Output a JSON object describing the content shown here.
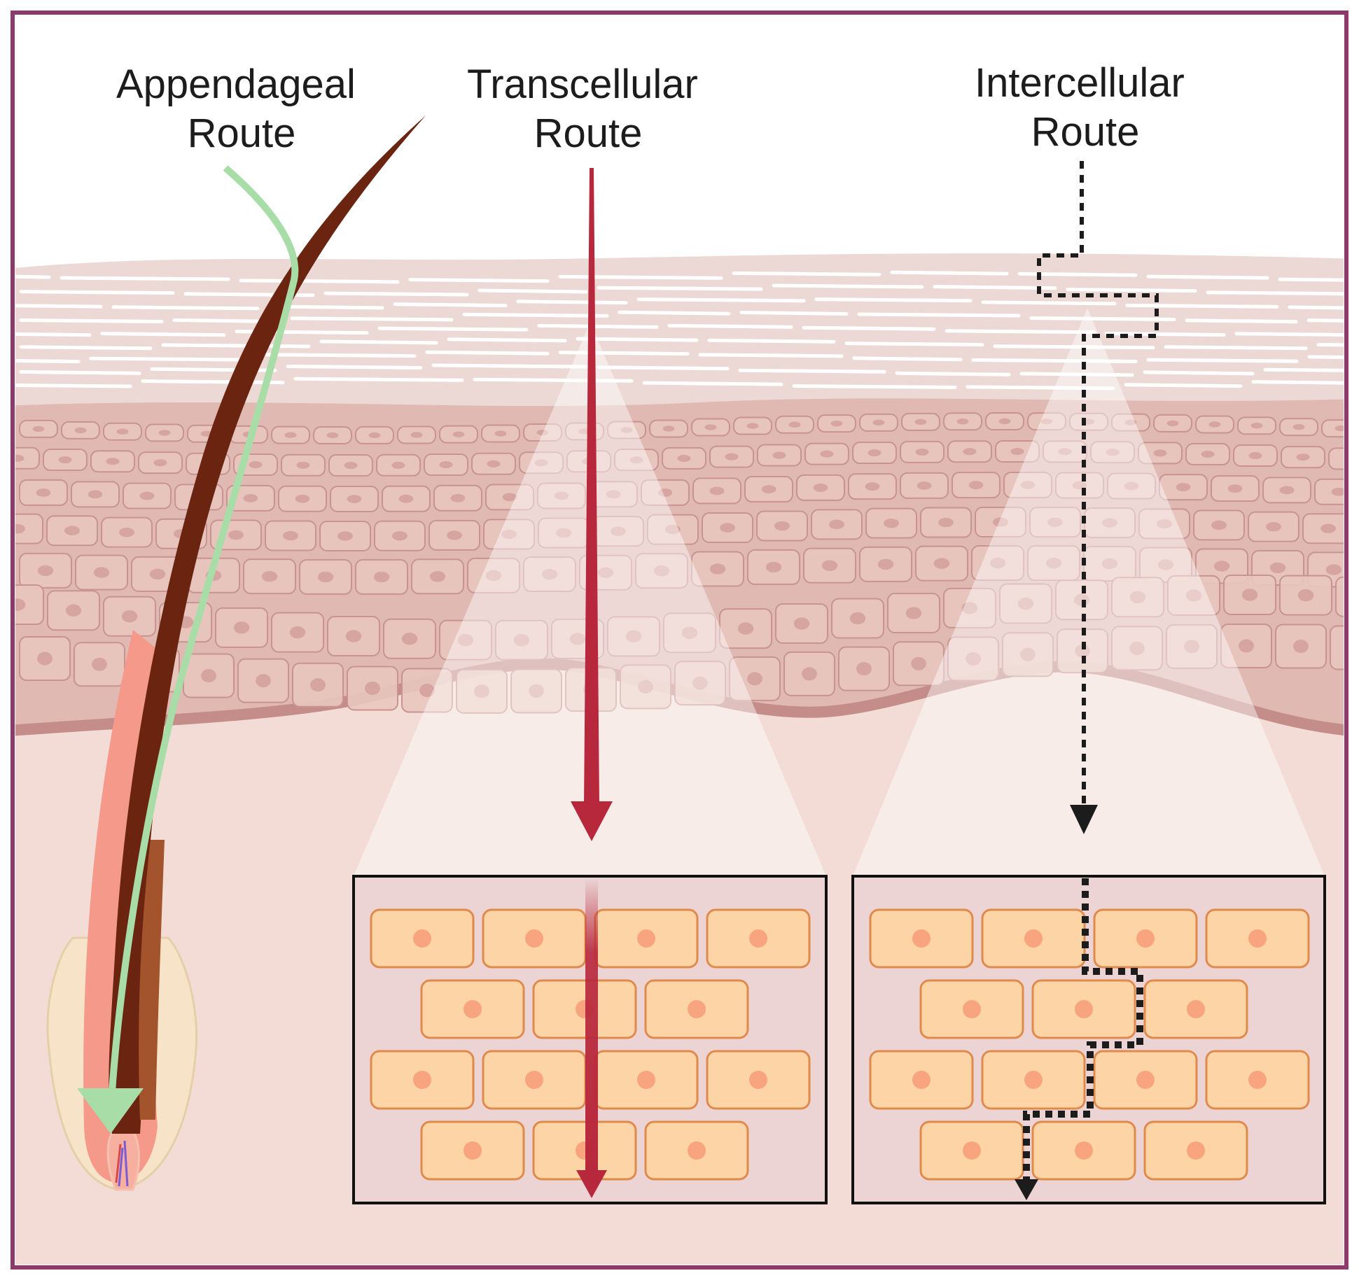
{
  "labels": {
    "appendageal": [
      "Appendageal",
      "Route"
    ],
    "transcellular": [
      "Transcellular",
      "Route"
    ],
    "intercellular": [
      "Intercellular",
      "Route"
    ]
  },
  "colors": {
    "frame": "#8c3a6b",
    "stratum_corneum": "#ecd9d5",
    "epidermis": "#dfb9b2",
    "dermis": "#f3dcd6",
    "cell_fill": "#fdd4a6",
    "cell_stroke": "#e08a4c",
    "nucleus": "#f7a47f",
    "transcellular_arrow": "#b8283c",
    "appendageal_arrow": "#a8dda8",
    "hair": "#6b2410",
    "intercellular_arrow": "#1c1c1c"
  }
}
